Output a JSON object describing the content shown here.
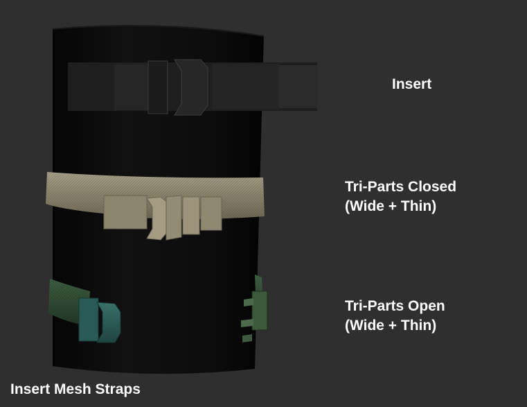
{
  "labels": {
    "insert": "Insert",
    "tri_parts_closed": {
      "line1": "Tri-Parts Closed",
      "line2": "(Wide + Thin)"
    },
    "tri_parts_open": {
      "line1": "Tri-Parts Open",
      "line2": "(Wide + Thin)"
    },
    "title": "Insert Mesh Straps"
  },
  "colors": {
    "background": "#2f2f2f",
    "cylinder": "#0a0a0a",
    "insert_strap": "#222222",
    "closed_strap": "#8d866f",
    "open_strap": "#2e4a33",
    "open_buckle": "#2e5e5a"
  }
}
